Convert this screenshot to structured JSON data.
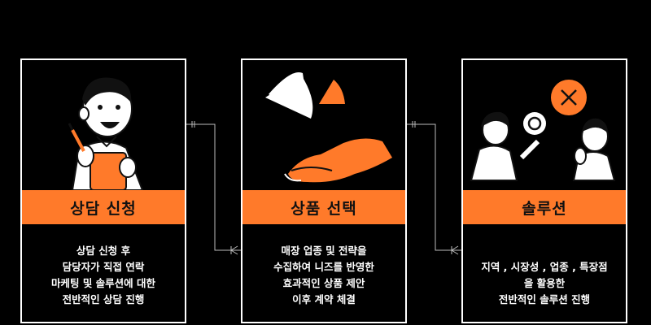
{
  "steps": [
    {
      "title": "상담 신청",
      "lines": [
        "상담 신청 후",
        "담당자가 직접 연락",
        "마케팅 및 솔루션에 대한",
        "전반적인 상담 진행"
      ]
    },
    {
      "title": "상품 선택",
      "lines": [
        "매장 업종 및 전략을",
        "수집하여 니즈를 반영한",
        "효과적인 상품 제안",
        "이후 계약 체결"
      ]
    },
    {
      "title": "솔루션",
      "lines": [
        "지역 , 시장성 , 업종 , 특장점",
        "을 활용한",
        "전반적인 솔루션 진행"
      ]
    }
  ],
  "colors": {
    "accent": "#ff7a2a",
    "background": "#000000",
    "line": "#ffffff"
  }
}
